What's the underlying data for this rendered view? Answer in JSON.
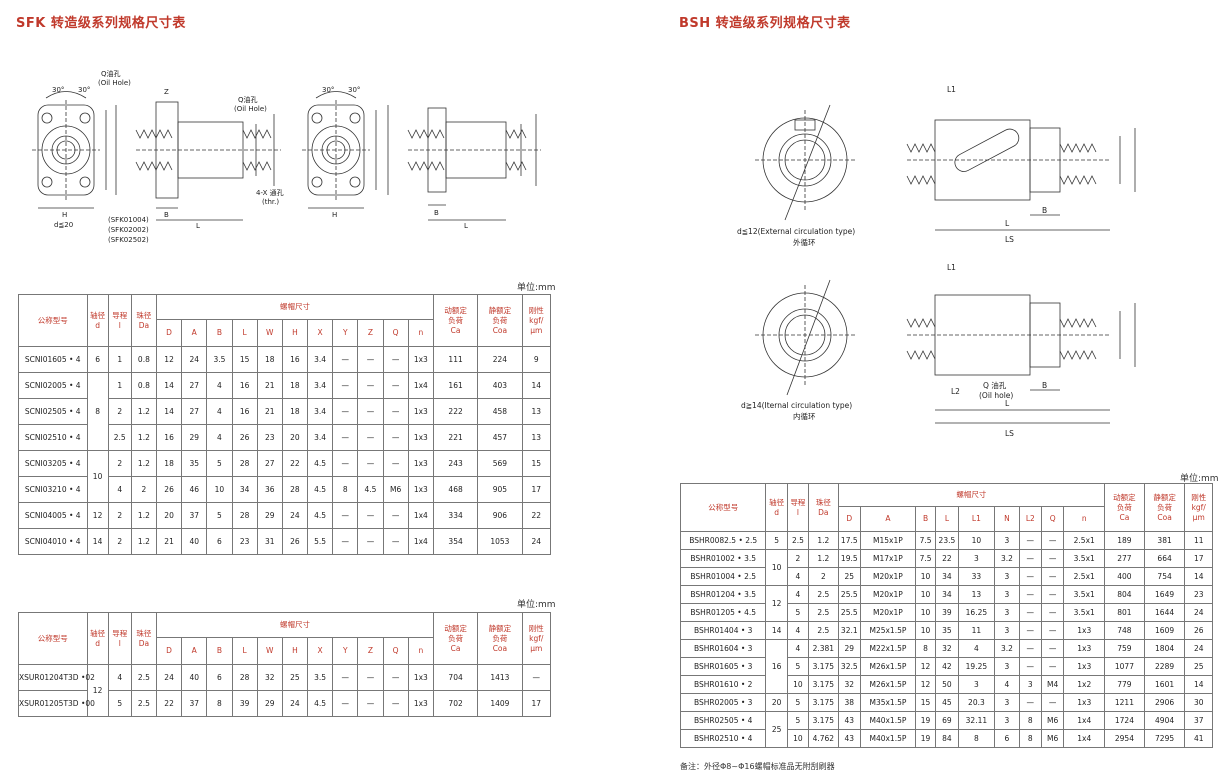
{
  "titles": {
    "sfk": "SFK 转造级系列规格尺寸表",
    "bsh": "BSH 转造级系列规格尺寸表"
  },
  "units": {
    "sfk1": "单位:mm",
    "sfk2": "单位:mm",
    "bsh": "单位:mm"
  },
  "sfk_drawing": {
    "oil_hole_1": "Q油孔",
    "oil_hole_1_en": "(Oil Hole)",
    "oil_hole_2": "Q油孔",
    "oil_hole_2_en": "(Oil Hole)",
    "thru": "4-X 通孔",
    "thru_en": "(thr.)",
    "angle": "30°",
    "d_cond": "d≦20",
    "models": [
      "(SFK01004)",
      "(SFK02002)",
      "(SFK02502)"
    ]
  },
  "bsh_drawing": {
    "ext": "d≦12(External circulation type)",
    "ext_cn": "外循环",
    "int": "d≧14(Iternal circulation type)",
    "int_cn": "内循环",
    "oil": "Q 油孔",
    "oil_en": "(Oil hole)"
  },
  "table_sfk": {
    "h_model": "公称型号",
    "h_shaft": "轴径",
    "h_shaft2": "d",
    "h_lead": "导程",
    "h_lead2": "l",
    "h_ball": "珠径",
    "h_ball2": "Da",
    "h_group": "螺帽尺寸",
    "h_dyn": "动额定",
    "h_dyn2": "负荷",
    "h_dyn3": "Ca",
    "h_sta": "静额定",
    "h_sta2": "负荷",
    "h_sta3": "Coa",
    "h_rig": "刚性",
    "h_rig2": "kgf/",
    "h_rig3": "μm",
    "cols": [
      "D",
      "A",
      "B",
      "L",
      "W",
      "H",
      "X",
      "Y",
      "Z",
      "Q",
      "n"
    ],
    "rows": [
      {
        "model": "SCNI01605 • 4",
        "d": "6",
        "l": "1",
        "da": "0.8",
        "v": [
          "12",
          "24",
          "3.5",
          "15",
          "18",
          "16",
          "3.4",
          "—",
          "—",
          "—",
          "1x3"
        ],
        "ca": "111",
        "coa": "224",
        "k": "9"
      },
      {
        "model": "SCNI02005 • 4",
        "d": "8",
        "l": "1",
        "da": "0.8",
        "v": [
          "14",
          "27",
          "4",
          "16",
          "21",
          "18",
          "3.4",
          "—",
          "—",
          "—",
          "1x4"
        ],
        "ca": "161",
        "coa": "403",
        "k": "14"
      },
      {
        "model": "SCNI02505 • 4",
        "d": "",
        "l": "2",
        "da": "1.2",
        "v": [
          "14",
          "27",
          "4",
          "16",
          "21",
          "18",
          "3.4",
          "—",
          "—",
          "—",
          "1x3"
        ],
        "ca": "222",
        "coa": "458",
        "k": "13"
      },
      {
        "model": "SCNI02510 • 4",
        "d": "",
        "l": "2.5",
        "da": "1.2",
        "v": [
          "16",
          "29",
          "4",
          "26",
          "23",
          "20",
          "3.4",
          "—",
          "—",
          "—",
          "1x3"
        ],
        "ca": "221",
        "coa": "457",
        "k": "13"
      },
      {
        "model": "SCNI03205 • 4",
        "d": "10",
        "l": "2",
        "da": "1.2",
        "v": [
          "18",
          "35",
          "5",
          "28",
          "27",
          "22",
          "4.5",
          "—",
          "—",
          "—",
          "1x3"
        ],
        "ca": "243",
        "coa": "569",
        "k": "15"
      },
      {
        "model": "SCNI03210 • 4",
        "d": "",
        "l": "4",
        "da": "2",
        "v": [
          "26",
          "46",
          "10",
          "34",
          "36",
          "28",
          "4.5",
          "8",
          "4.5",
          "M6",
          "1x3"
        ],
        "ca": "468",
        "coa": "905",
        "k": "17"
      },
      {
        "model": "SCNI04005 • 4",
        "d": "12",
        "l": "2",
        "da": "1.2",
        "v": [
          "20",
          "37",
          "5",
          "28",
          "29",
          "24",
          "4.5",
          "—",
          "—",
          "—",
          "1x4"
        ],
        "ca": "334",
        "coa": "906",
        "k": "22"
      },
      {
        "model": "SCNI04010 • 4",
        "d": "14",
        "l": "2",
        "da": "1.2",
        "v": [
          "21",
          "40",
          "6",
          "23",
          "31",
          "26",
          "5.5",
          "—",
          "—",
          "—",
          "1x4"
        ],
        "ca": "354",
        "coa": "1053",
        "k": "24"
      }
    ]
  },
  "table_xsur": {
    "rows": [
      {
        "model": "XSUR01204T3D •02",
        "d": "12",
        "l": "4",
        "da": "2.5",
        "v": [
          "24",
          "40",
          "6",
          "28",
          "32",
          "25",
          "3.5",
          "—",
          "—",
          "—",
          "1x3"
        ],
        "ca": "704",
        "coa": "1413",
        "k": "—"
      },
      {
        "model": "XSUR01205T3D •00",
        "d": "",
        "l": "5",
        "da": "2.5",
        "v": [
          "22",
          "37",
          "8",
          "39",
          "29",
          "24",
          "4.5",
          "—",
          "—",
          "—",
          "1x3"
        ],
        "ca": "702",
        "coa": "1409",
        "k": "17"
      }
    ]
  },
  "table_bsh": {
    "cols": [
      "D",
      "A",
      "B",
      "L",
      "L1",
      "N",
      "L2",
      "Q",
      "n"
    ],
    "rows": [
      {
        "model": "BSHR0082.5 • 2.5",
        "d": "5",
        "l": "2.5",
        "da": "1.2",
        "v": [
          "17.5",
          "M15x1P",
          "7.5",
          "23.5",
          "10",
          "3",
          "—",
          "—",
          "2.5x1"
        ],
        "ca": "189",
        "coa": "381",
        "k": "11"
      },
      {
        "model": "BSHR01002 • 3.5",
        "d": "10",
        "l": "2",
        "da": "1.2",
        "v": [
          "19.5",
          "M17x1P",
          "7.5",
          "22",
          "3",
          "3.2",
          "—",
          "—",
          "3.5x1"
        ],
        "ca": "277",
        "coa": "664",
        "k": "17"
      },
      {
        "model": "BSHR01004 • 2.5",
        "d": "",
        "l": "4",
        "da": "2",
        "v": [
          "25",
          "M20x1P",
          "10",
          "34",
          "33",
          "3",
          "—",
          "—",
          "2.5x1"
        ],
        "ca": "400",
        "coa": "754",
        "k": "14"
      },
      {
        "model": "BSHR01204 • 3.5",
        "d": "12",
        "l": "4",
        "da": "2.5",
        "v": [
          "25.5",
          "M20x1P",
          "10",
          "34",
          "13",
          "3",
          "—",
          "—",
          "3.5x1"
        ],
        "ca": "804",
        "coa": "1649",
        "k": "23"
      },
      {
        "model": "BSHR01205 • 4.5",
        "d": "",
        "l": "5",
        "da": "2.5",
        "v": [
          "25.5",
          "M20x1P",
          "10",
          "39",
          "16.25",
          "3",
          "—",
          "—",
          "3.5x1"
        ],
        "ca": "801",
        "coa": "1644",
        "k": "24"
      },
      {
        "model": "BSHR01404 • 3",
        "d": "14",
        "l": "4",
        "da": "2.5",
        "v": [
          "32.1",
          "M25x1.5P",
          "10",
          "35",
          "11",
          "3",
          "—",
          "—",
          "1x3"
        ],
        "ca": "748",
        "coa": "1609",
        "k": "26"
      },
      {
        "model": "BSHR01604 • 3",
        "d": "16",
        "l": "4",
        "da": "2.381",
        "v": [
          "29",
          "M22x1.5P",
          "8",
          "32",
          "4",
          "3.2",
          "—",
          "—",
          "1x3"
        ],
        "ca": "759",
        "coa": "1804",
        "k": "24"
      },
      {
        "model": "BSHR01605 • 3",
        "d": "",
        "l": "5",
        "da": "3.175",
        "v": [
          "32.5",
          "M26x1.5P",
          "12",
          "42",
          "19.25",
          "3",
          "—",
          "—",
          "1x3"
        ],
        "ca": "1077",
        "coa": "2289",
        "k": "25"
      },
      {
        "model": "BSHR01610 • 2",
        "d": "",
        "l": "10",
        "da": "3.175",
        "v": [
          "32",
          "M26x1.5P",
          "12",
          "50",
          "3",
          "4",
          "3",
          "M4",
          "1x2"
        ],
        "ca": "779",
        "coa": "1601",
        "k": "14"
      },
      {
        "model": "BSHR02005 • 3",
        "d": "20",
        "l": "5",
        "da": "3.175",
        "v": [
          "38",
          "M35x1.5P",
          "15",
          "45",
          "20.3",
          "3",
          "—",
          "—",
          "1x3"
        ],
        "ca": "1211",
        "coa": "2906",
        "k": "30"
      },
      {
        "model": "BSHR02505 • 4",
        "d": "25",
        "l": "5",
        "da": "3.175",
        "v": [
          "43",
          "M40x1.5P",
          "19",
          "69",
          "32.11",
          "3",
          "8",
          "M6",
          "1x4"
        ],
        "ca": "1724",
        "coa": "4904",
        "k": "37"
      },
      {
        "model": "BSHR02510 • 4",
        "d": "",
        "l": "10",
        "da": "4.762",
        "v": [
          "43",
          "M40x1.5P",
          "19",
          "84",
          "8",
          "6",
          "8",
          "M6",
          "1x4"
        ],
        "ca": "2954",
        "coa": "7295",
        "k": "41"
      }
    ]
  },
  "note": "备注：外径Φ8~Φ16螺帽标准品无附刮刷器"
}
